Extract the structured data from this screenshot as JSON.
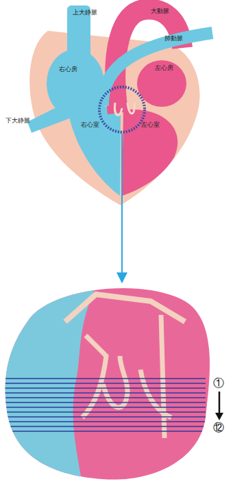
{
  "diagram": {
    "labels": [
      "上大静脈",
      "大動脈",
      "肺動脈",
      "右心房",
      "左心房",
      "下大静脈",
      "右心室",
      "左心室",
      "①",
      "⑫"
    ]
  }
}
